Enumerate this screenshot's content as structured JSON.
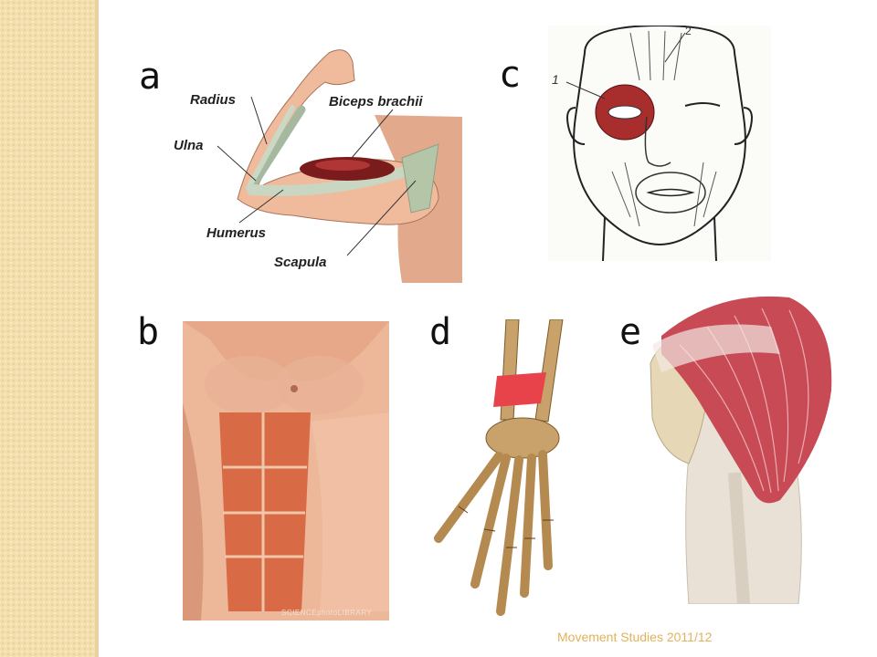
{
  "letters": {
    "a": "a",
    "b": "b",
    "c": "c",
    "d": "d",
    "e": "e"
  },
  "arm_labels": {
    "radius": "Radius",
    "biceps": "Biceps brachii",
    "ulna": "Ulna",
    "humerus": "Humerus",
    "scapula": "Scapula"
  },
  "face_labels": {
    "one": "1",
    "two": "2"
  },
  "image_credit": "SCIENCEphotoLIBRARY",
  "footer": "Movement Studies 2011/12",
  "colors": {
    "sidebar": "#f3dfae",
    "muscle": "#c24a3c",
    "bone": "#c8a26a",
    "footer": "#e0b35a"
  }
}
